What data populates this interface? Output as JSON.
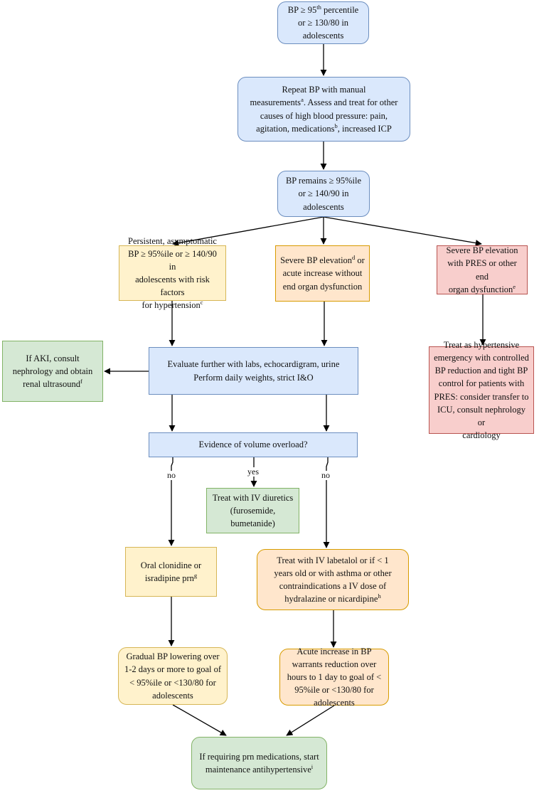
{
  "nodes": {
    "start": {
      "line1": "BP ≥ 95",
      "sup1": "th",
      "line1b": " percentile",
      "line2": "or ≥ 130/80 in",
      "line3": "adolescents"
    },
    "repeat": {
      "t1": "Repeat BP with manual",
      "t2": "measurements",
      "s2": "a",
      "t2b": ". Assess and treat for other",
      "t3": "causes of high blood pressure: pain,",
      "t4": "agitation, medications",
      "s4": "b",
      "t4b": ", increased ICP"
    },
    "remains": {
      "t1": "BP remains ≥ 95%ile",
      "t2": "or ≥ 140/90 in",
      "t3": "adolescents"
    },
    "persistent": {
      "t1": "Persistent, asymptomatic",
      "t2": "BP ≥ 95%ile or ≥ 140/90 in",
      "t3": "adolescents with risk factors",
      "t4": "for hypertension",
      "s4": "c"
    },
    "severe": {
      "t1": "Severe BP elevation",
      "s1": "d",
      "t1b": " or",
      "t2": "acute increase without",
      "t3": "end organ dysfunction"
    },
    "pres": {
      "t1": "Severe BP elevation",
      "t2": "with PRES or other end",
      "t3": "organ dysfunction",
      "s3": "e"
    },
    "aki": {
      "t1": "If AKI, consult",
      "t2": "nephrology and obtain",
      "t3": "renal ultrasound",
      "s3": "f"
    },
    "evaluate": {
      "t1": "Evaluate further with labs, echocardigram, urine",
      "t2": "Perform daily weights, strict I&O"
    },
    "emergency": {
      "t1": "Treat as hypertensive",
      "t2": "emergency with controlled",
      "t3": "BP reduction and tight BP",
      "t4": "control for patients with",
      "t5": "PRES: consider transfer to",
      "t6": "ICU, consult nephrology or",
      "t7": "cardiology"
    },
    "volume": {
      "t1": "Evidence of volume overload?"
    },
    "diuretics": {
      "t1": "Treat with IV diuretics",
      "t2": "(furosemide,",
      "t3": "bumetanide)"
    },
    "clonidine": {
      "t1": "Oral clonidine or",
      "t2": "isradipine prn",
      "s2": "g"
    },
    "labetalol": {
      "t1": "Treat with IV labetalol or if < 1",
      "t2": "years old or with asthma or other",
      "t3": "contraindications a IV dose of",
      "t4": "hydralazine or nicardipine",
      "s4": "h"
    },
    "gradual": {
      "t1": "Gradual BP lowering over",
      "t2": "1-2 days or more to goal of",
      "t3": "< 95%ile or <130/80 for",
      "t4": "adolescents"
    },
    "acute": {
      "t1": "Acute increase in BP",
      "t2": "warrants reduction over",
      "t3": "hours to 1 day to goal of <",
      "t4": "95%ile or <130/80 for",
      "t5": "adolescents"
    },
    "maintenance": {
      "t1": "If requiring prn medications, start",
      "t2": "maintenance antihypertensive",
      "s2": "i"
    }
  },
  "edge_labels": {
    "no_left": "no",
    "yes": "yes",
    "no_right": "no"
  },
  "colors": {
    "blue_fill": "#dae8fc",
    "blue_stroke": "#6c8ebf",
    "yellow_fill": "#fff2cc",
    "yellow_stroke": "#d6b656",
    "orange_fill": "#ffe6cc",
    "orange_stroke": "#d79b00",
    "red_fill": "#f8cecc",
    "red_stroke": "#b85450",
    "green_fill": "#d5e8d4",
    "green_stroke": "#82b366"
  }
}
